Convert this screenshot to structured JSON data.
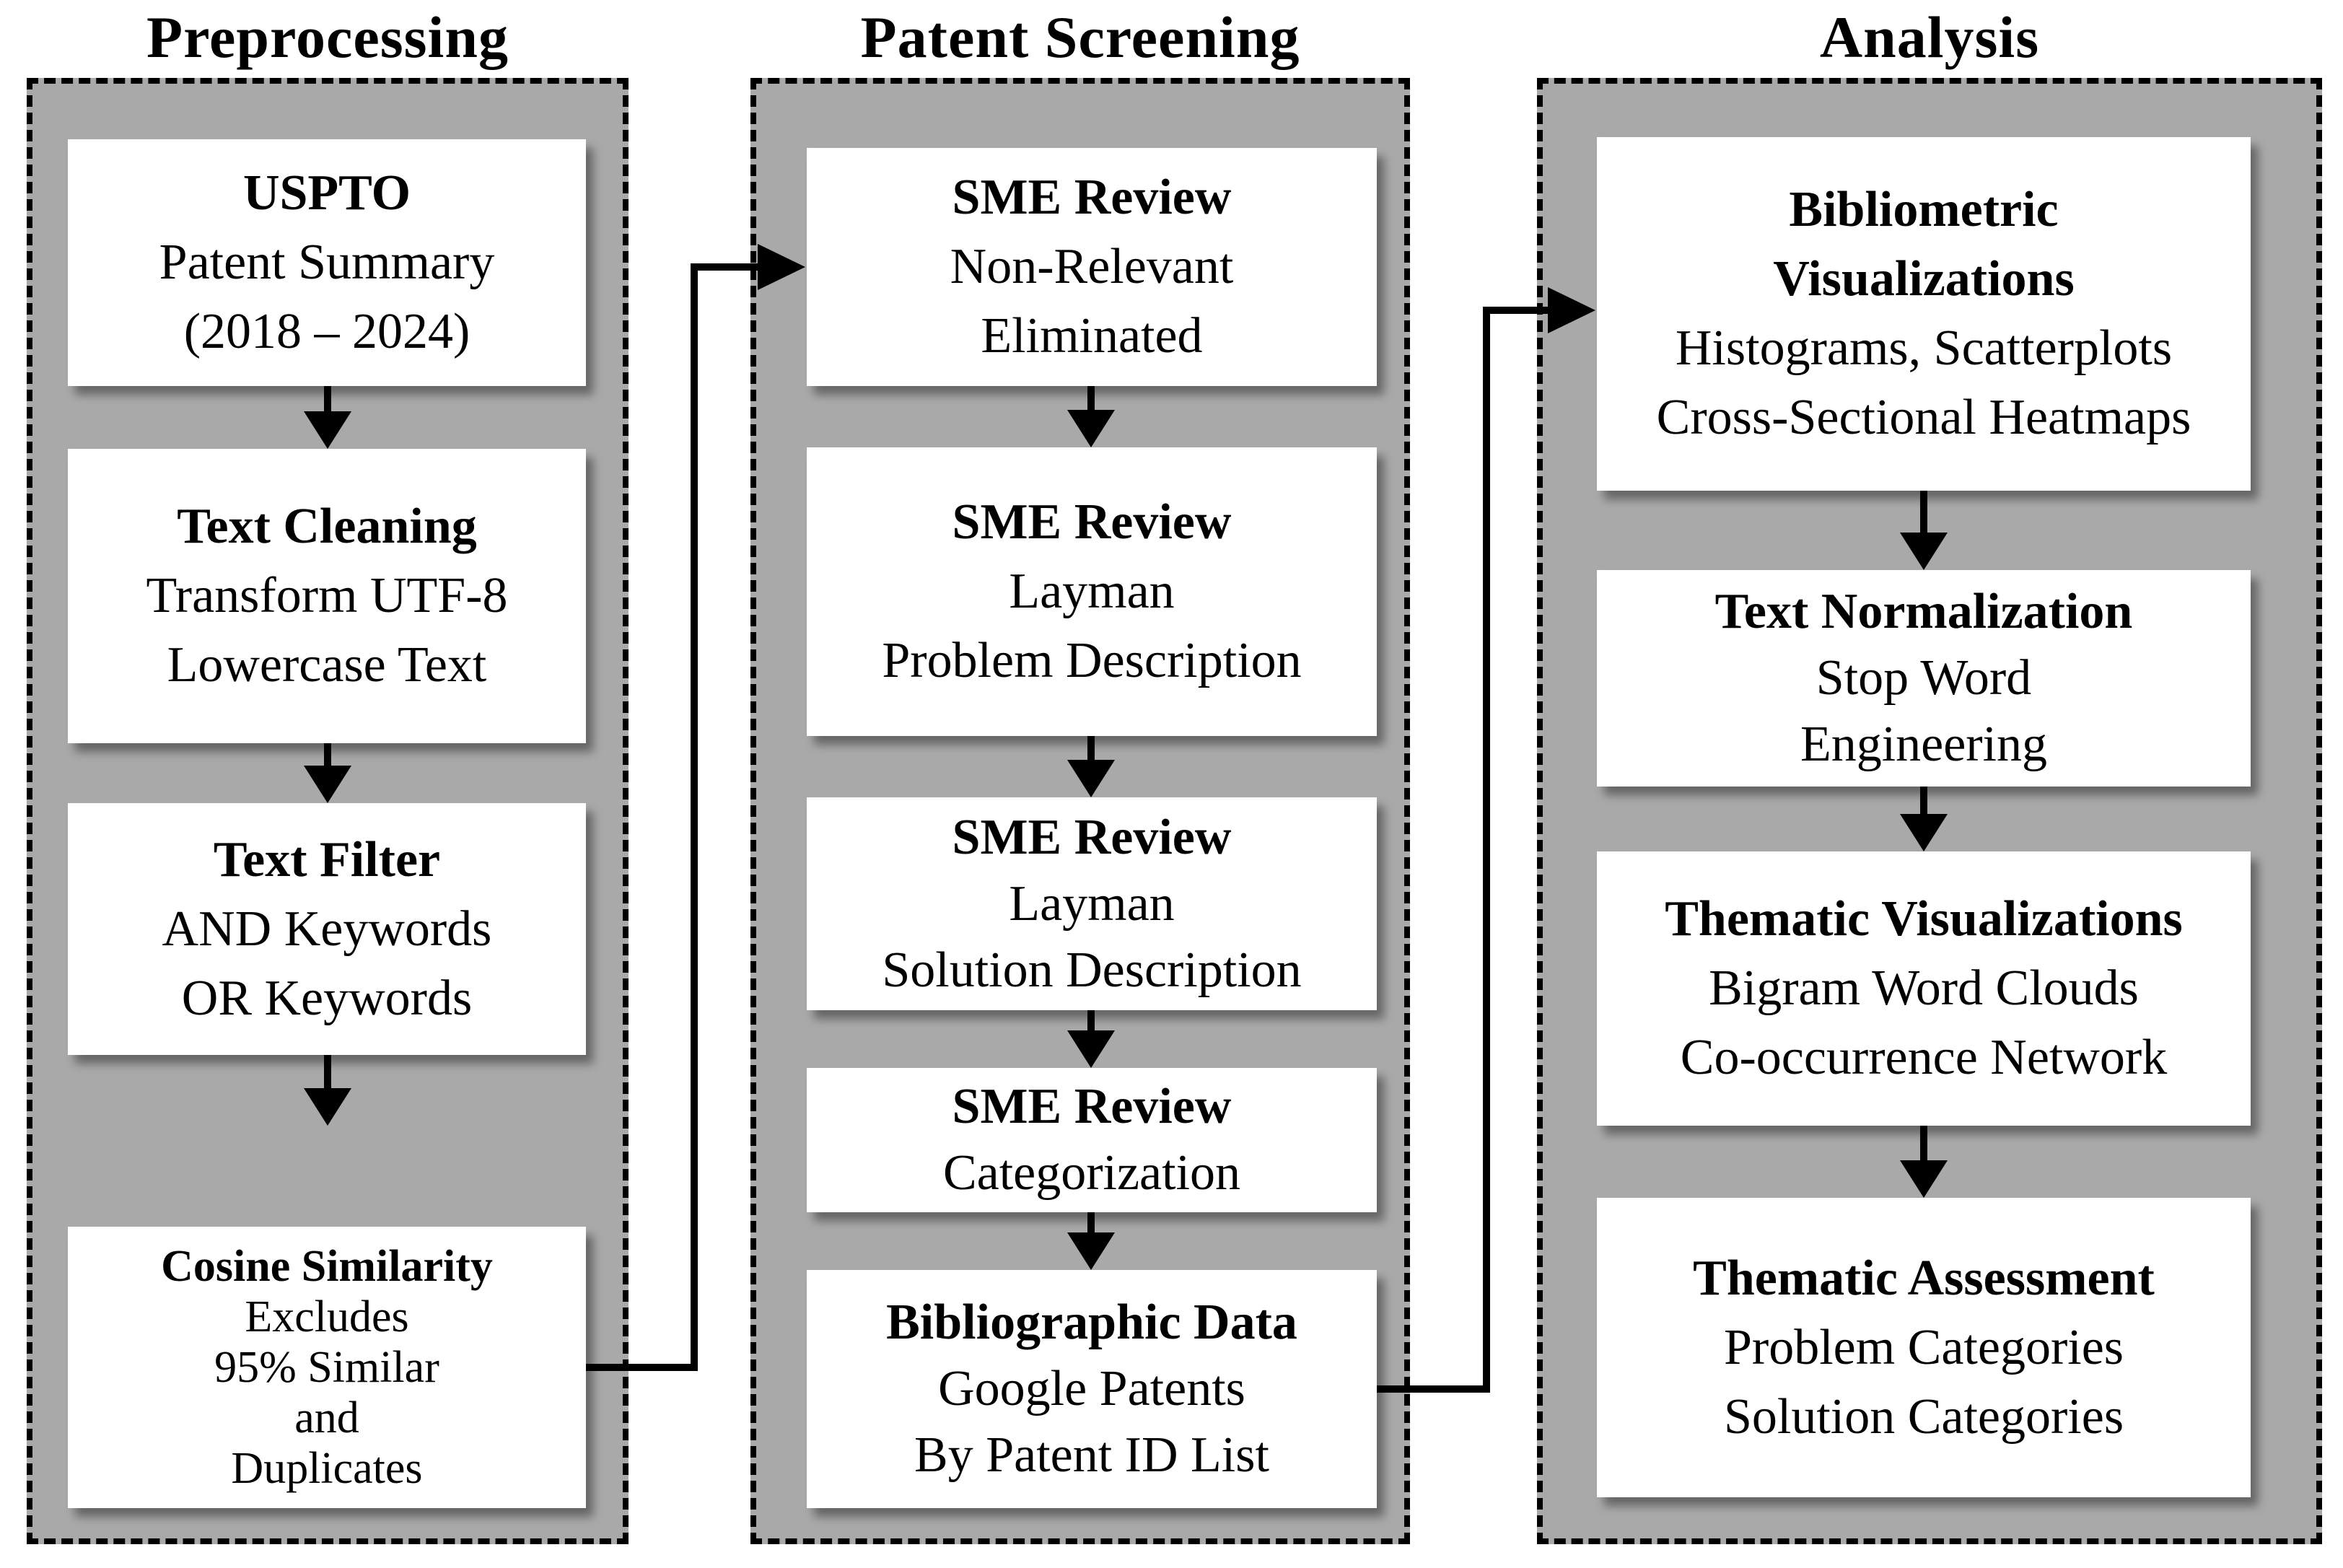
{
  "columns": [
    {
      "title": "Preprocessing",
      "boxes": [
        {
          "lines": [
            "USPTO",
            "Patent Summary",
            "(2018 – 2024)"
          ]
        },
        {
          "lines": [
            "Text Cleaning",
            "Transform UTF-8",
            "Lowercase Text"
          ]
        },
        {
          "lines": [
            "Text Filter",
            "AND Keywords",
            "OR Keywords"
          ]
        },
        {
          "lines": [
            "Cosine Similarity",
            "Excludes",
            "95% Similar",
            "and",
            "Duplicates"
          ]
        }
      ]
    },
    {
      "title": "Patent Screening",
      "boxes": [
        {
          "lines": [
            "SME Review",
            "Non-Relevant",
            "Eliminated"
          ]
        },
        {
          "lines": [
            "SME Review",
            "Layman",
            "Problem Description"
          ]
        },
        {
          "lines": [
            "SME Review",
            "Layman",
            "Solution Description"
          ]
        },
        {
          "lines": [
            "SME Review",
            "Categorization"
          ]
        },
        {
          "lines": [
            "Bibliographic Data",
            "Google Patents",
            "By Patent ID List"
          ]
        }
      ]
    },
    {
      "title": "Analysis",
      "boxes": [
        {
          "lines": [
            "Bibliometric",
            "Visualizations",
            "Histograms, Scatterplots",
            "Cross-Sectional Heatmaps"
          ]
        },
        {
          "lines": [
            "Text Normalization",
            "Stop Word",
            "Engineering"
          ]
        },
        {
          "lines": [
            "Thematic Visualizations",
            "Bigram Word Clouds",
            "Co-occurrence Network"
          ]
        },
        {
          "lines": [
            "Thematic Assessment",
            "Problem Categories",
            "Solution Categories"
          ]
        }
      ]
    }
  ],
  "colors": {
    "page_background": "#ffffff",
    "container_fill": "#a9a9a9",
    "container_border": "#000000",
    "box_fill": "#ffffff",
    "text": "#000000",
    "connector": "#000000"
  }
}
